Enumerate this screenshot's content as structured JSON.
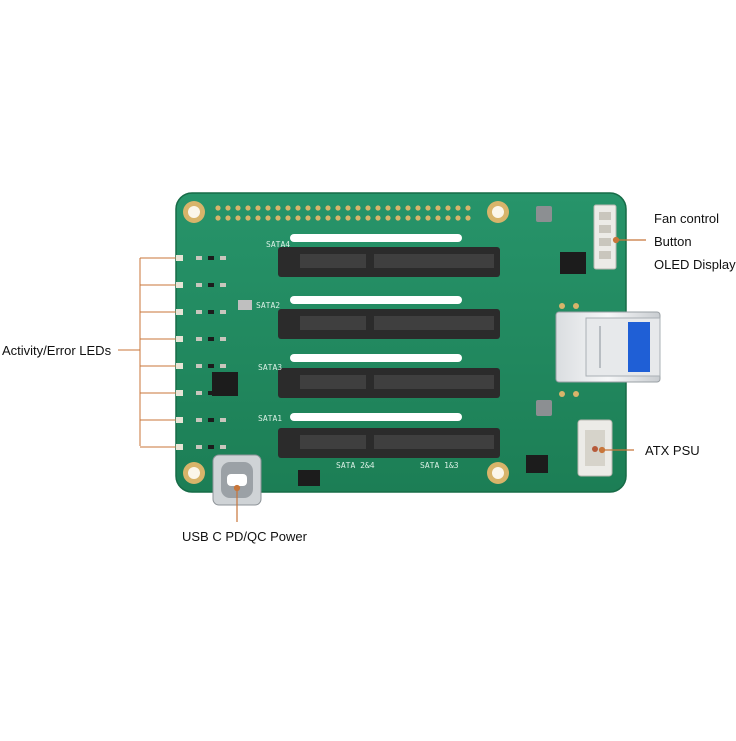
{
  "callouts": {
    "fan_control": "Fan control",
    "button": "Button",
    "oled_display": "OLED Display",
    "activity_leds": "Activity/Error LEDs",
    "atx_psu": "ATX PSU",
    "usb_c_power": "USB C PD/QC Power"
  },
  "board": {
    "sata_labels": [
      "SATA4",
      "SATA2",
      "SATA3",
      "SATA1"
    ],
    "bottom_silk": [
      "SATA 2&4",
      "SATA 1&3"
    ]
  },
  "colors": {
    "pcb": "#1f8a5e",
    "leader": "#c8763a",
    "gold": "#d8b46a",
    "connector": "#2b2b2b"
  }
}
